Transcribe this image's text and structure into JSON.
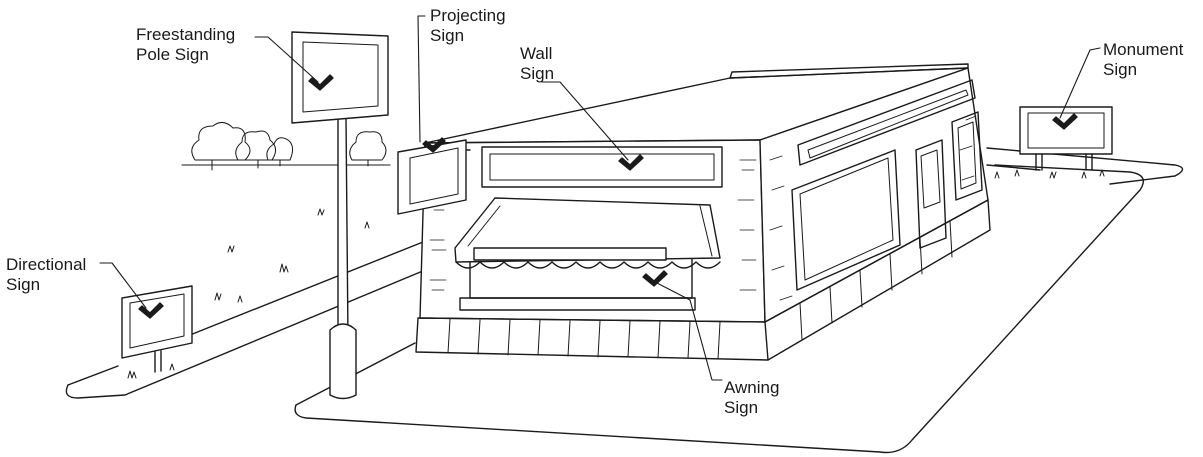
{
  "labels": {
    "freestanding": {
      "line1": "Freestanding",
      "line2": "Pole Sign"
    },
    "projecting": {
      "line1": "Projecting",
      "line2": "Sign"
    },
    "wall": {
      "line1": "Wall",
      "line2": "Sign"
    },
    "monument": {
      "line1": "Monument",
      "line2": "Sign"
    },
    "directional": {
      "line1": "Directional",
      "line2": "Sign"
    },
    "awning": {
      "line1": "Awning",
      "line2": "Sign"
    }
  },
  "colors": {
    "ink": "#1a1a1a",
    "paper": "#ffffff"
  }
}
